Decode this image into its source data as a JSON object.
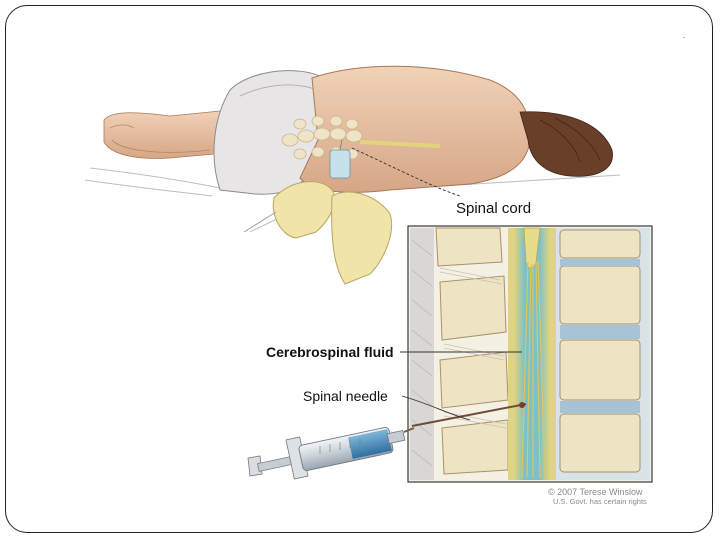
{
  "figure": {
    "labels": {
      "spinal_cord": "Spinal cord",
      "cerebrospinal_fluid": "Cerebrospinal fluid",
      "spinal_needle": "Spinal needle"
    },
    "copyright": {
      "line1": "© 2007 Terese Winslow",
      "line2": "U.S. Govt. has certain rights"
    },
    "corner_mark": "."
  },
  "colors": {
    "skin": "#e9c3a6",
    "skin_shadow": "#c99878",
    "hair": "#5b3524",
    "glove": "#efe3a6",
    "bone": "#eee3c2",
    "cord": "#e6dc8a",
    "csf": "#7cc0c8",
    "disc": "#a7c2d4",
    "syringe_fluid": "#3f86b8",
    "inset_border": "#3a3a3a"
  }
}
